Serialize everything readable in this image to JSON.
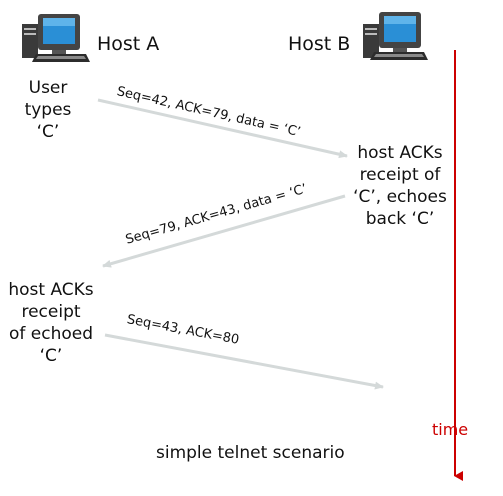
{
  "hosts": {
    "a": {
      "label": "Host A"
    },
    "b": {
      "label": "Host B"
    }
  },
  "notes": {
    "user_types": [
      "User",
      "types",
      "‘C’"
    ],
    "b_ack": [
      "host ACKs",
      "receipt of",
      "‘C’, echoes",
      "back ‘C’"
    ],
    "a_ack": [
      "host ACKs",
      "receipt",
      "of echoed",
      "‘C’"
    ]
  },
  "messages": [
    {
      "label": "Seq=42, ACK=79, data = ‘C’"
    },
    {
      "label": "Seq=79, ACK=43, data = ‘C’"
    },
    {
      "label": "Seq=43, ACK=80"
    }
  ],
  "timeline": {
    "label": "time"
  },
  "caption": "simple telnet scenario",
  "colors": {
    "arrow": "#d4d9d9",
    "time": "#cc0000",
    "text": "#111111",
    "monitor_body": "#3a3a3a",
    "monitor_screen": "#2a8fd6"
  },
  "icons": {
    "host_a": "computer-icon",
    "host_b": "computer-icon"
  }
}
